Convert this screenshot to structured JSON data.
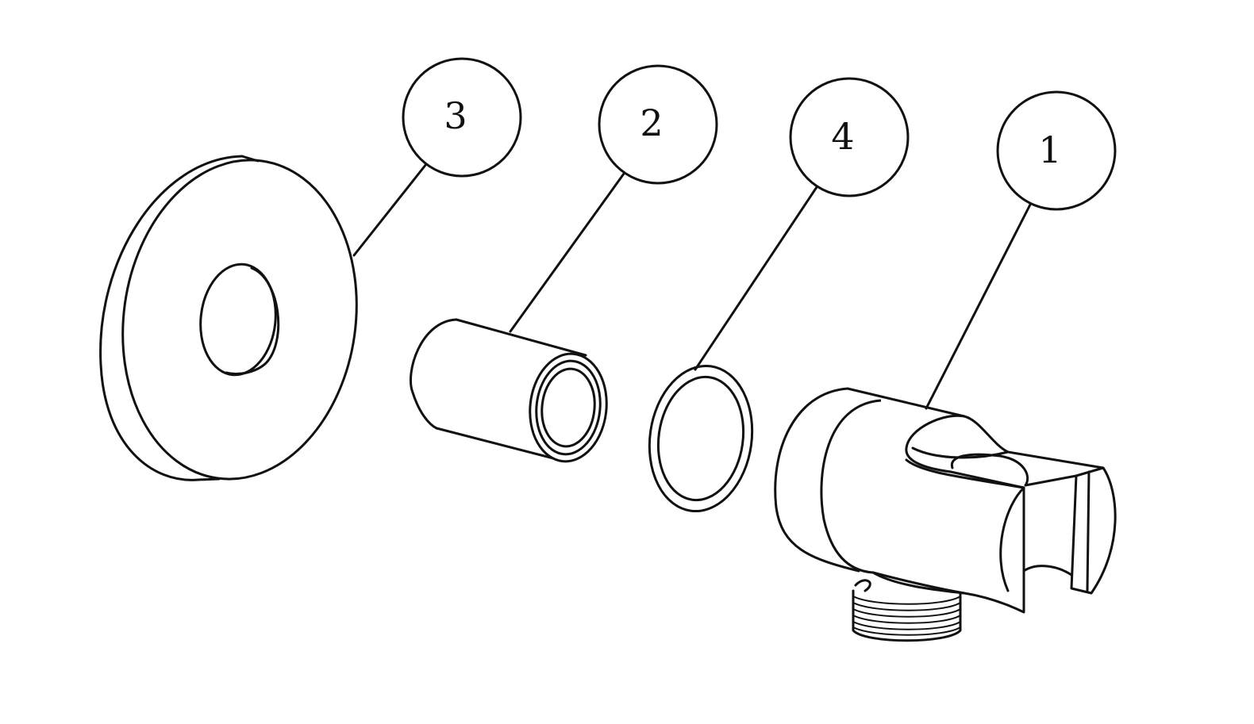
{
  "callouts": [
    {
      "id": "3"
    },
    {
      "id": "2"
    },
    {
      "id": "4"
    },
    {
      "id": "1"
    }
  ]
}
